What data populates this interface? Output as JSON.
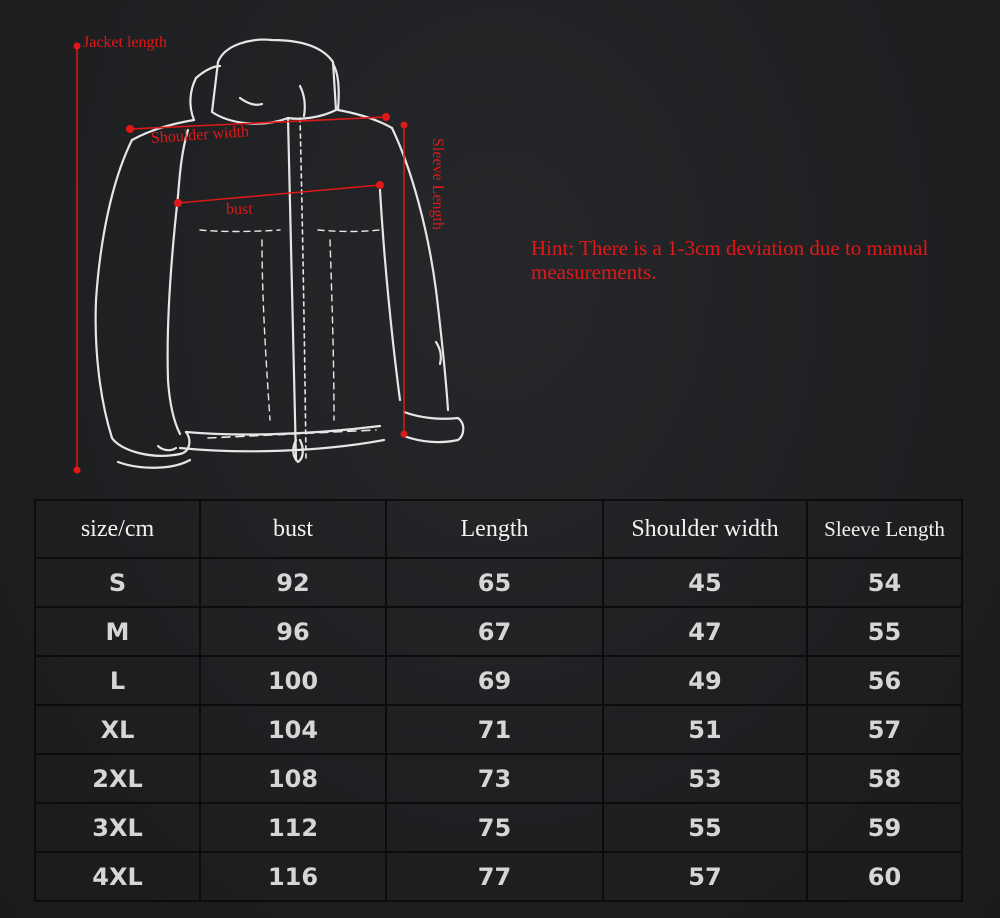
{
  "diagram": {
    "labels": {
      "jacket_length": "Jacket length",
      "shoulder_width": "Shoulder width",
      "bust": "bust",
      "sleeve_length": "Sleeve Length"
    },
    "hint": "Hint: There is a 1-3cm deviation due to manual measurements.",
    "colors": {
      "annotation": "#e01818",
      "background": "#202124",
      "sketch_line": "#e8e8e8"
    }
  },
  "table": {
    "headers": [
      "size/cm",
      "bust",
      "Length",
      "Shoulder width",
      "Sleeve Length"
    ],
    "rows": [
      [
        "S",
        "92",
        "65",
        "45",
        "54"
      ],
      [
        "M",
        "96",
        "67",
        "47",
        "55"
      ],
      [
        "L",
        "100",
        "69",
        "49",
        "56"
      ],
      [
        "XL",
        "104",
        "71",
        "51",
        "57"
      ],
      [
        "2XL",
        "108",
        "73",
        "53",
        "58"
      ],
      [
        "3XL",
        "112",
        "75",
        "55",
        "59"
      ],
      [
        "4XL",
        "116",
        "77",
        "57",
        "60"
      ]
    ]
  }
}
